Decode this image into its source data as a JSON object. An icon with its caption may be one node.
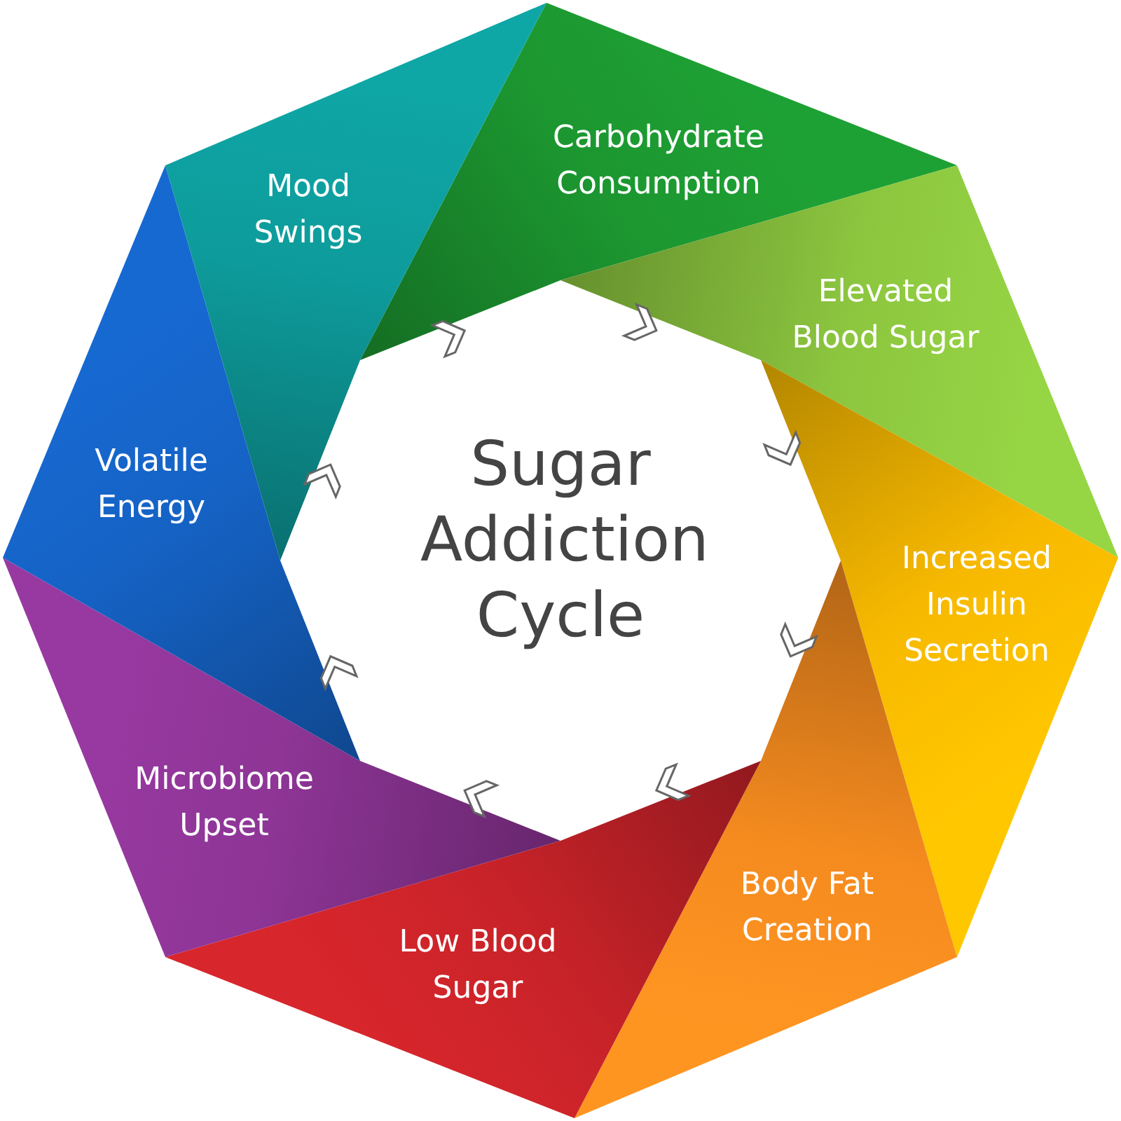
{
  "diagram": {
    "title": "Sugar Addiction Cycle",
    "nodes": [
      {
        "text": [
          "Carbohydrate Consumption"
        ]
      },
      {
        "text": [
          "Elevated Blood Sugar"
        ]
      },
      {
        "text": [
          "Increased Insulin Secretion"
        ]
      },
      {
        "text": [
          "Body Fat Creation"
        ]
      },
      {
        "text": [
          "Low Blood Sugar"
        ]
      },
      {
        "text": [
          "Microbiome Upset"
        ]
      },
      {
        "text": [
          "Volatile Energy"
        ]
      },
      {
        "text": [
          "Mood Swings"
        ]
      }
    ],
    "edges": [
      {
        "from": 0,
        "to": 1,
        "arrow": "to"
      },
      {
        "from": 1,
        "to": 2,
        "arrow": "to"
      },
      {
        "from": 2,
        "to": 3,
        "arrow": "to"
      },
      {
        "from": 3,
        "to": 4,
        "arrow": "to"
      },
      {
        "from": 4,
        "to": 5,
        "arrow": "to"
      },
      {
        "from": 5,
        "to": 6,
        "arrow": "to"
      },
      {
        "from": 6,
        "to": 7,
        "arrow": "to"
      },
      {
        "from": 7,
        "to": 0,
        "arrow": "to"
      }
    ]
  }
}
